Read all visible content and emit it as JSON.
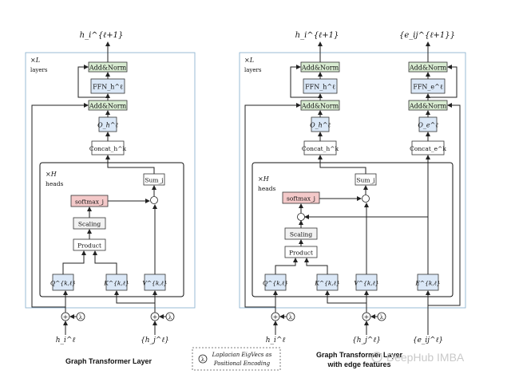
{
  "left": {
    "caption": "Graph Transformer Layer",
    "output_label": "h_i^{ℓ+1}",
    "layers_label": "×L\nlayers",
    "heads_label": "×H\nheads",
    "add_norm_top": "Add&Norm",
    "ffn": "FFN_h^ℓ",
    "add_norm_mid": "Add&Norm",
    "o": "O_h^ℓ",
    "concat": "Concat_h^k",
    "sum": "Sum_j",
    "softmax": "softmax_j",
    "scaling": "Scaling",
    "product": "Product",
    "q": "Q^{k,ℓ}",
    "k": "K^{k,ℓ}",
    "v": "V^{k,ℓ}",
    "input_i": "h_i^ℓ",
    "input_j": "{h_j^ℓ}"
  },
  "right": {
    "caption_line1": "Graph Transformer Layer",
    "caption_line2": "with edge features",
    "output_h": "h_i^{ℓ+1}",
    "output_e": "{e_ij^{ℓ+1}}",
    "layers_label": "×L\nlayers",
    "heads_label": "×H\nheads",
    "add_norm_h_top": "Add&Norm",
    "add_norm_e_top": "Add&Norm",
    "ffn_h": "FFN_h^ℓ",
    "ffn_e": "FFN_e^ℓ",
    "add_norm_h_mid": "Add&Norm",
    "add_norm_e_mid": "Add&Norm",
    "o_h": "O_h^ℓ",
    "o_e": "O_e^ℓ",
    "concat_h": "Concat_h^k",
    "concat_e": "Concat_e^k",
    "sum": "Sum_j",
    "softmax": "softmax_j",
    "scaling": "Scaling",
    "product": "Product",
    "q": "Q^{k,ℓ}",
    "k": "K^{k,ℓ}",
    "v": "V^{k,ℓ}",
    "e": "E^{k,ℓ}",
    "input_i": "h_i^ℓ",
    "input_j": "{h_j^ℓ}",
    "input_e": "{e_ij^ℓ}"
  },
  "legend": {
    "symbol": "λ",
    "text_line1": "Laplacian EigVecs as",
    "text_line2": "Positional Encoding"
  },
  "watermark": "DeepHub IMBA",
  "colors": {
    "linear_box": "#dbe8f7",
    "norm_box": "#d9ecd2",
    "softmax_box": "#f4c9c9",
    "panel_border": "#8fb4d2"
  }
}
